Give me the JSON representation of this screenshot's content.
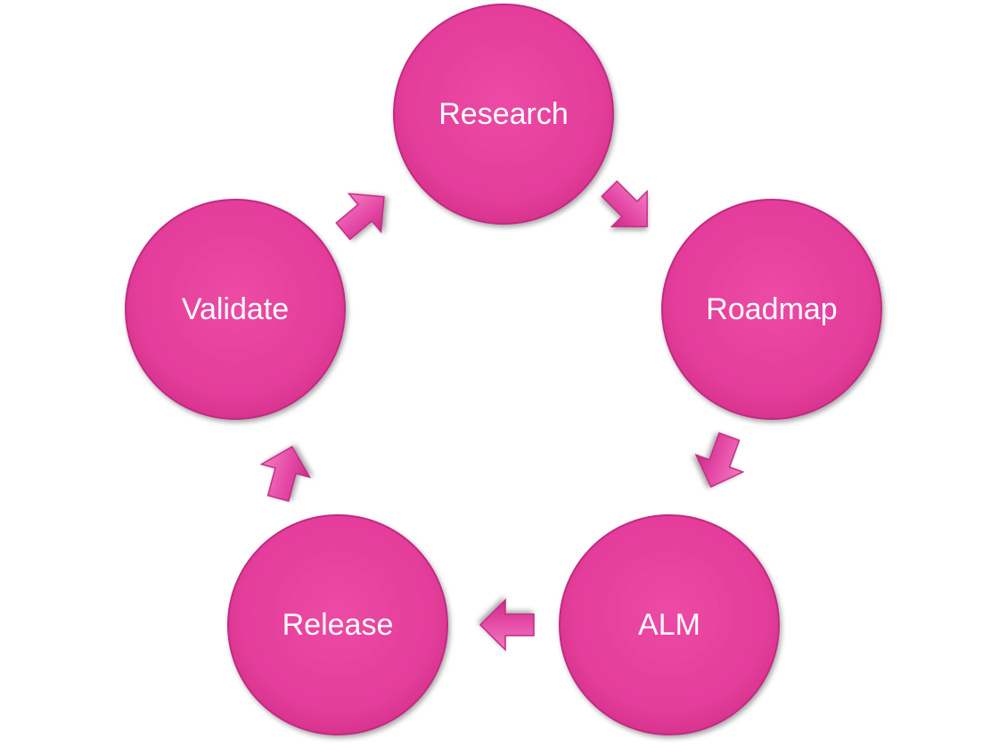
{
  "diagram": {
    "type": "cycle",
    "nodes": [
      {
        "id": "research",
        "label": "Research"
      },
      {
        "id": "roadmap",
        "label": "Roadmap"
      },
      {
        "id": "alm",
        "label": "ALM"
      },
      {
        "id": "release",
        "label": "Release"
      },
      {
        "id": "validate",
        "label": "Validate"
      }
    ],
    "edges": [
      {
        "from": "research",
        "to": "roadmap"
      },
      {
        "from": "roadmap",
        "to": "alm"
      },
      {
        "from": "alm",
        "to": "release"
      },
      {
        "from": "release",
        "to": "validate"
      },
      {
        "from": "validate",
        "to": "research"
      }
    ],
    "colors": {
      "node_fill": "#e8409f",
      "node_edge": "#c22a82",
      "arrow_fill": "#e44aa6",
      "label": "#ffffff"
    }
  }
}
